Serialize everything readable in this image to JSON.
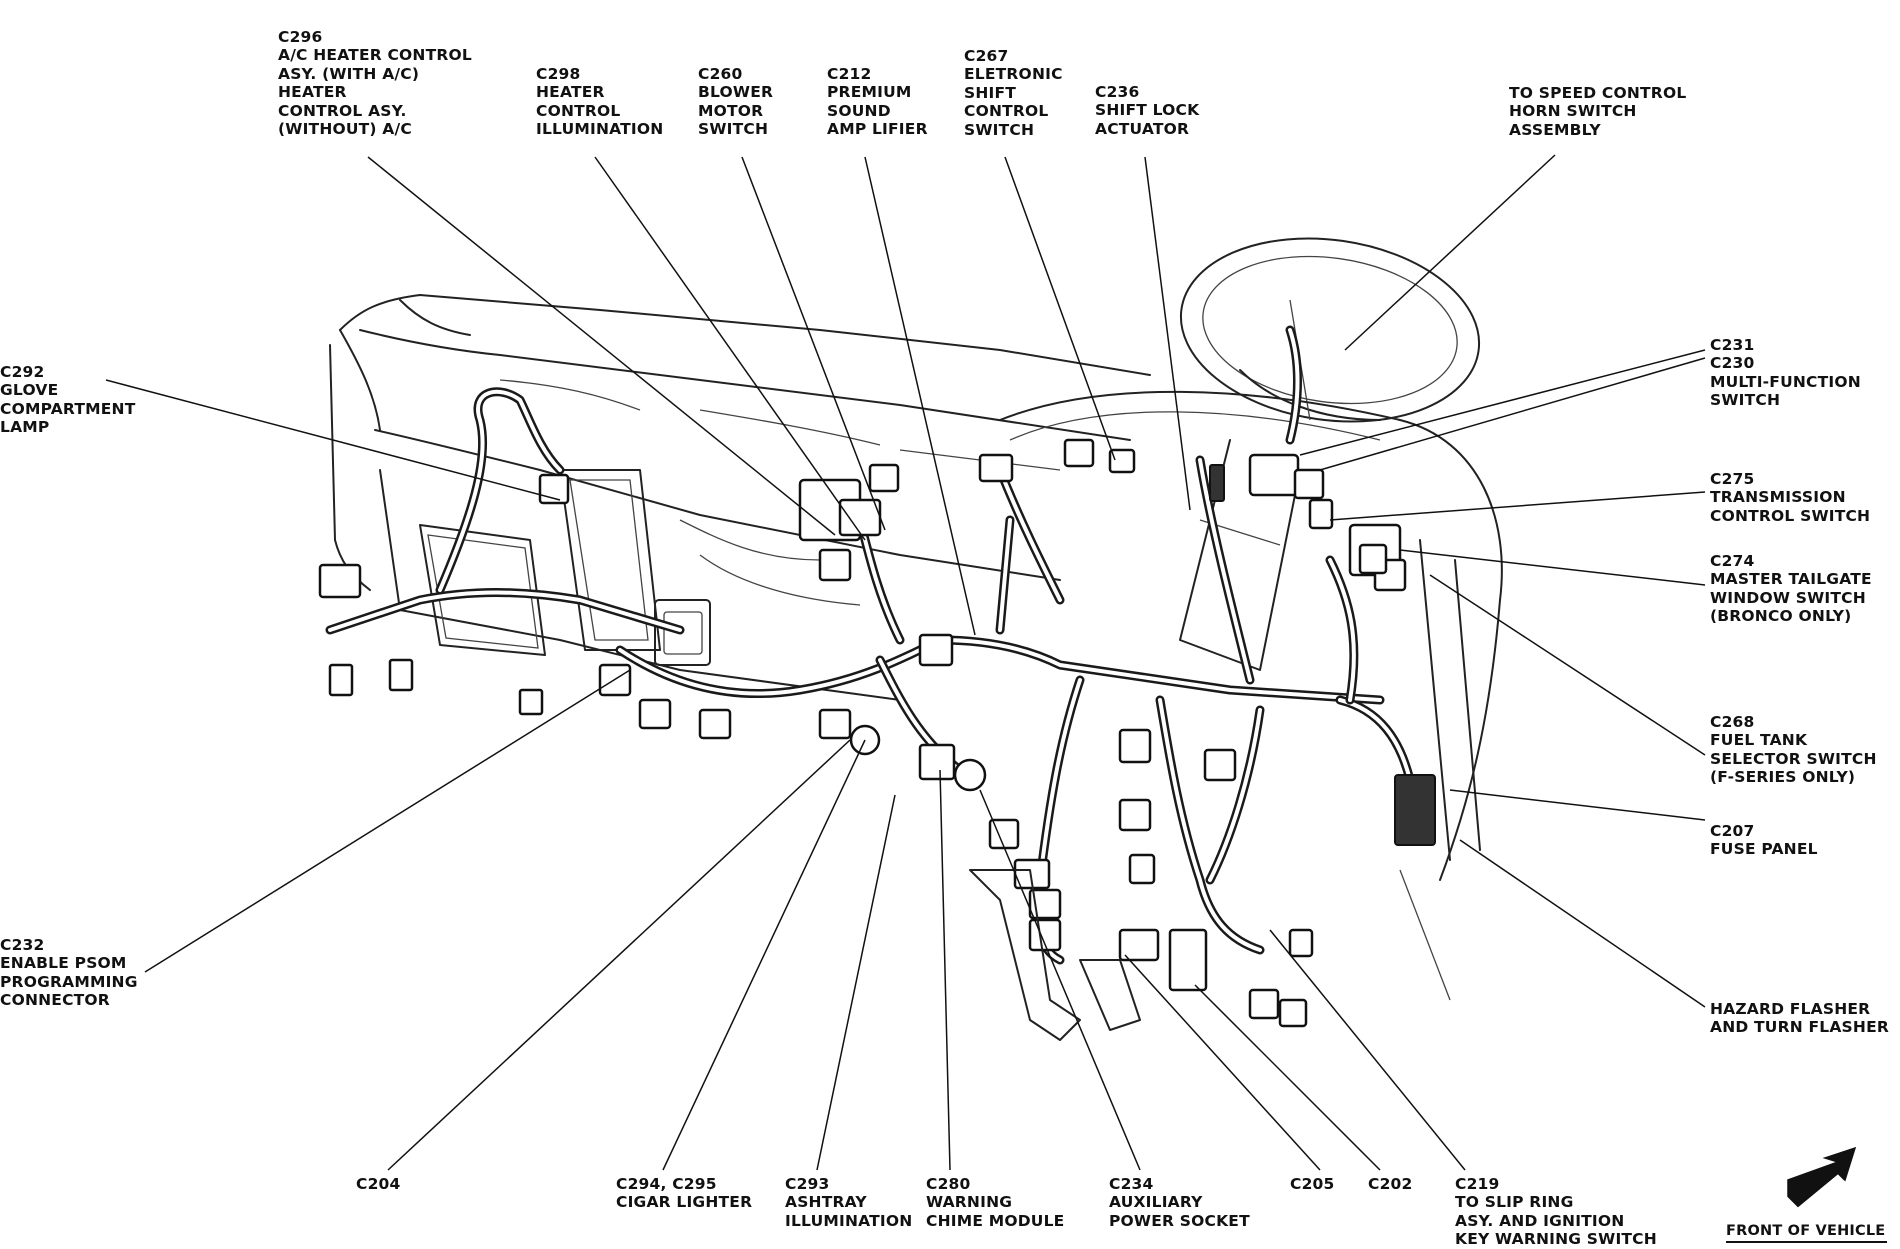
{
  "labels": {
    "c296": "C296\nA/C HEATER CONTROL\nASY. (WITH A/C)\nHEATER\nCONTROL ASY.\n(WITHOUT) A/C",
    "c298": "C298\nHEATER\nCONTROL\nILLUMINATION",
    "c260": "C260\nBLOWER\nMOTOR\nSWITCH",
    "c212": "C212\nPREMIUM\nSOUND\nAMP LIFIER",
    "c267": "C267\nELETRONIC\nSHIFT\nCONTROL\nSWITCH",
    "c236": "C236\nSHIFT LOCK\nACTUATOR",
    "speed_control": "TO SPEED CONTROL\nHORN SWITCH\nASSEMBLY",
    "c292": "C292\nGLOVE\nCOMPARTMENT\nLAMP",
    "c231": "C231\nC230\nMULTI-FUNCTION\nSWITCH",
    "c275": "C275\nTRANSMISSION\nCONTROL SWITCH",
    "c274": "C274\nMASTER TAILGATE\nWINDOW SWITCH\n(BRONCO ONLY)",
    "c268": "C268\nFUEL TANK\nSELECTOR SWITCH\n(F-SERIES ONLY)",
    "c207": "C207\nFUSE PANEL",
    "hazard": "HAZARD FLASHER\nAND TURN FLASHER",
    "c232": "C232\nENABLE PSOM\nPROGRAMMING\nCONNECTOR",
    "c204": "C204",
    "c294": "C294, C295\nCIGAR LIGHTER",
    "c293": "C293\nASHTRAY\nILLUMINATION",
    "c280": "C280\nWARNING\nCHIME MODULE",
    "c234": "C234\nAUXILIARY\nPOWER SOCKET",
    "c205": "C205",
    "c202": "C202",
    "c219": "C219\nTO SLIP RING\nASY. AND IGNITION\nKEY WARNING SWITCH",
    "front": "FRONT OF VEHICLE"
  }
}
